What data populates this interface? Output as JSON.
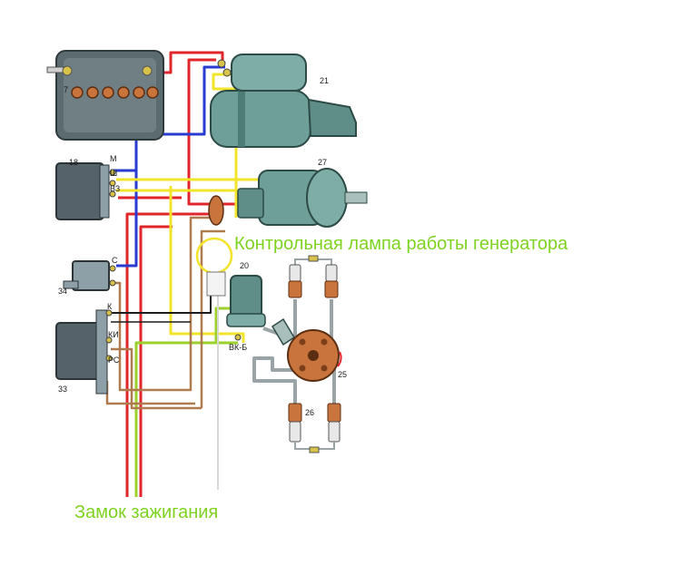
{
  "annotations": {
    "lamp": "Контрольная лампа работы генератора",
    "ignition": "Замок зажигания"
  },
  "component_numbers": {
    "battery": "7",
    "starter": "21",
    "regulator": "18",
    "generator": "27",
    "relay": "34",
    "coil": "20",
    "switch_unit": "33",
    "distributor": "25",
    "plugs": "26"
  },
  "terminals": {
    "regulator_m": "М",
    "regulator_sh": "Ш",
    "regulator_vz": "ВЗ",
    "relay_c": "С",
    "switch_k": "К",
    "switch_ki": "КИ",
    "switch_rs": "РС",
    "coil_vkb": "ВК-Б"
  },
  "colors": {
    "red": "#e0262b",
    "blue": "#2a3bd1",
    "yellow": "#f2e32b",
    "green": "#9bd12a",
    "brown": "#b07a4f",
    "grey": "#9aa3a5",
    "black": "#1c1c1c",
    "body": "#6f9f99",
    "body_dark": "#4d7c77",
    "annotation": "#7ed321"
  }
}
